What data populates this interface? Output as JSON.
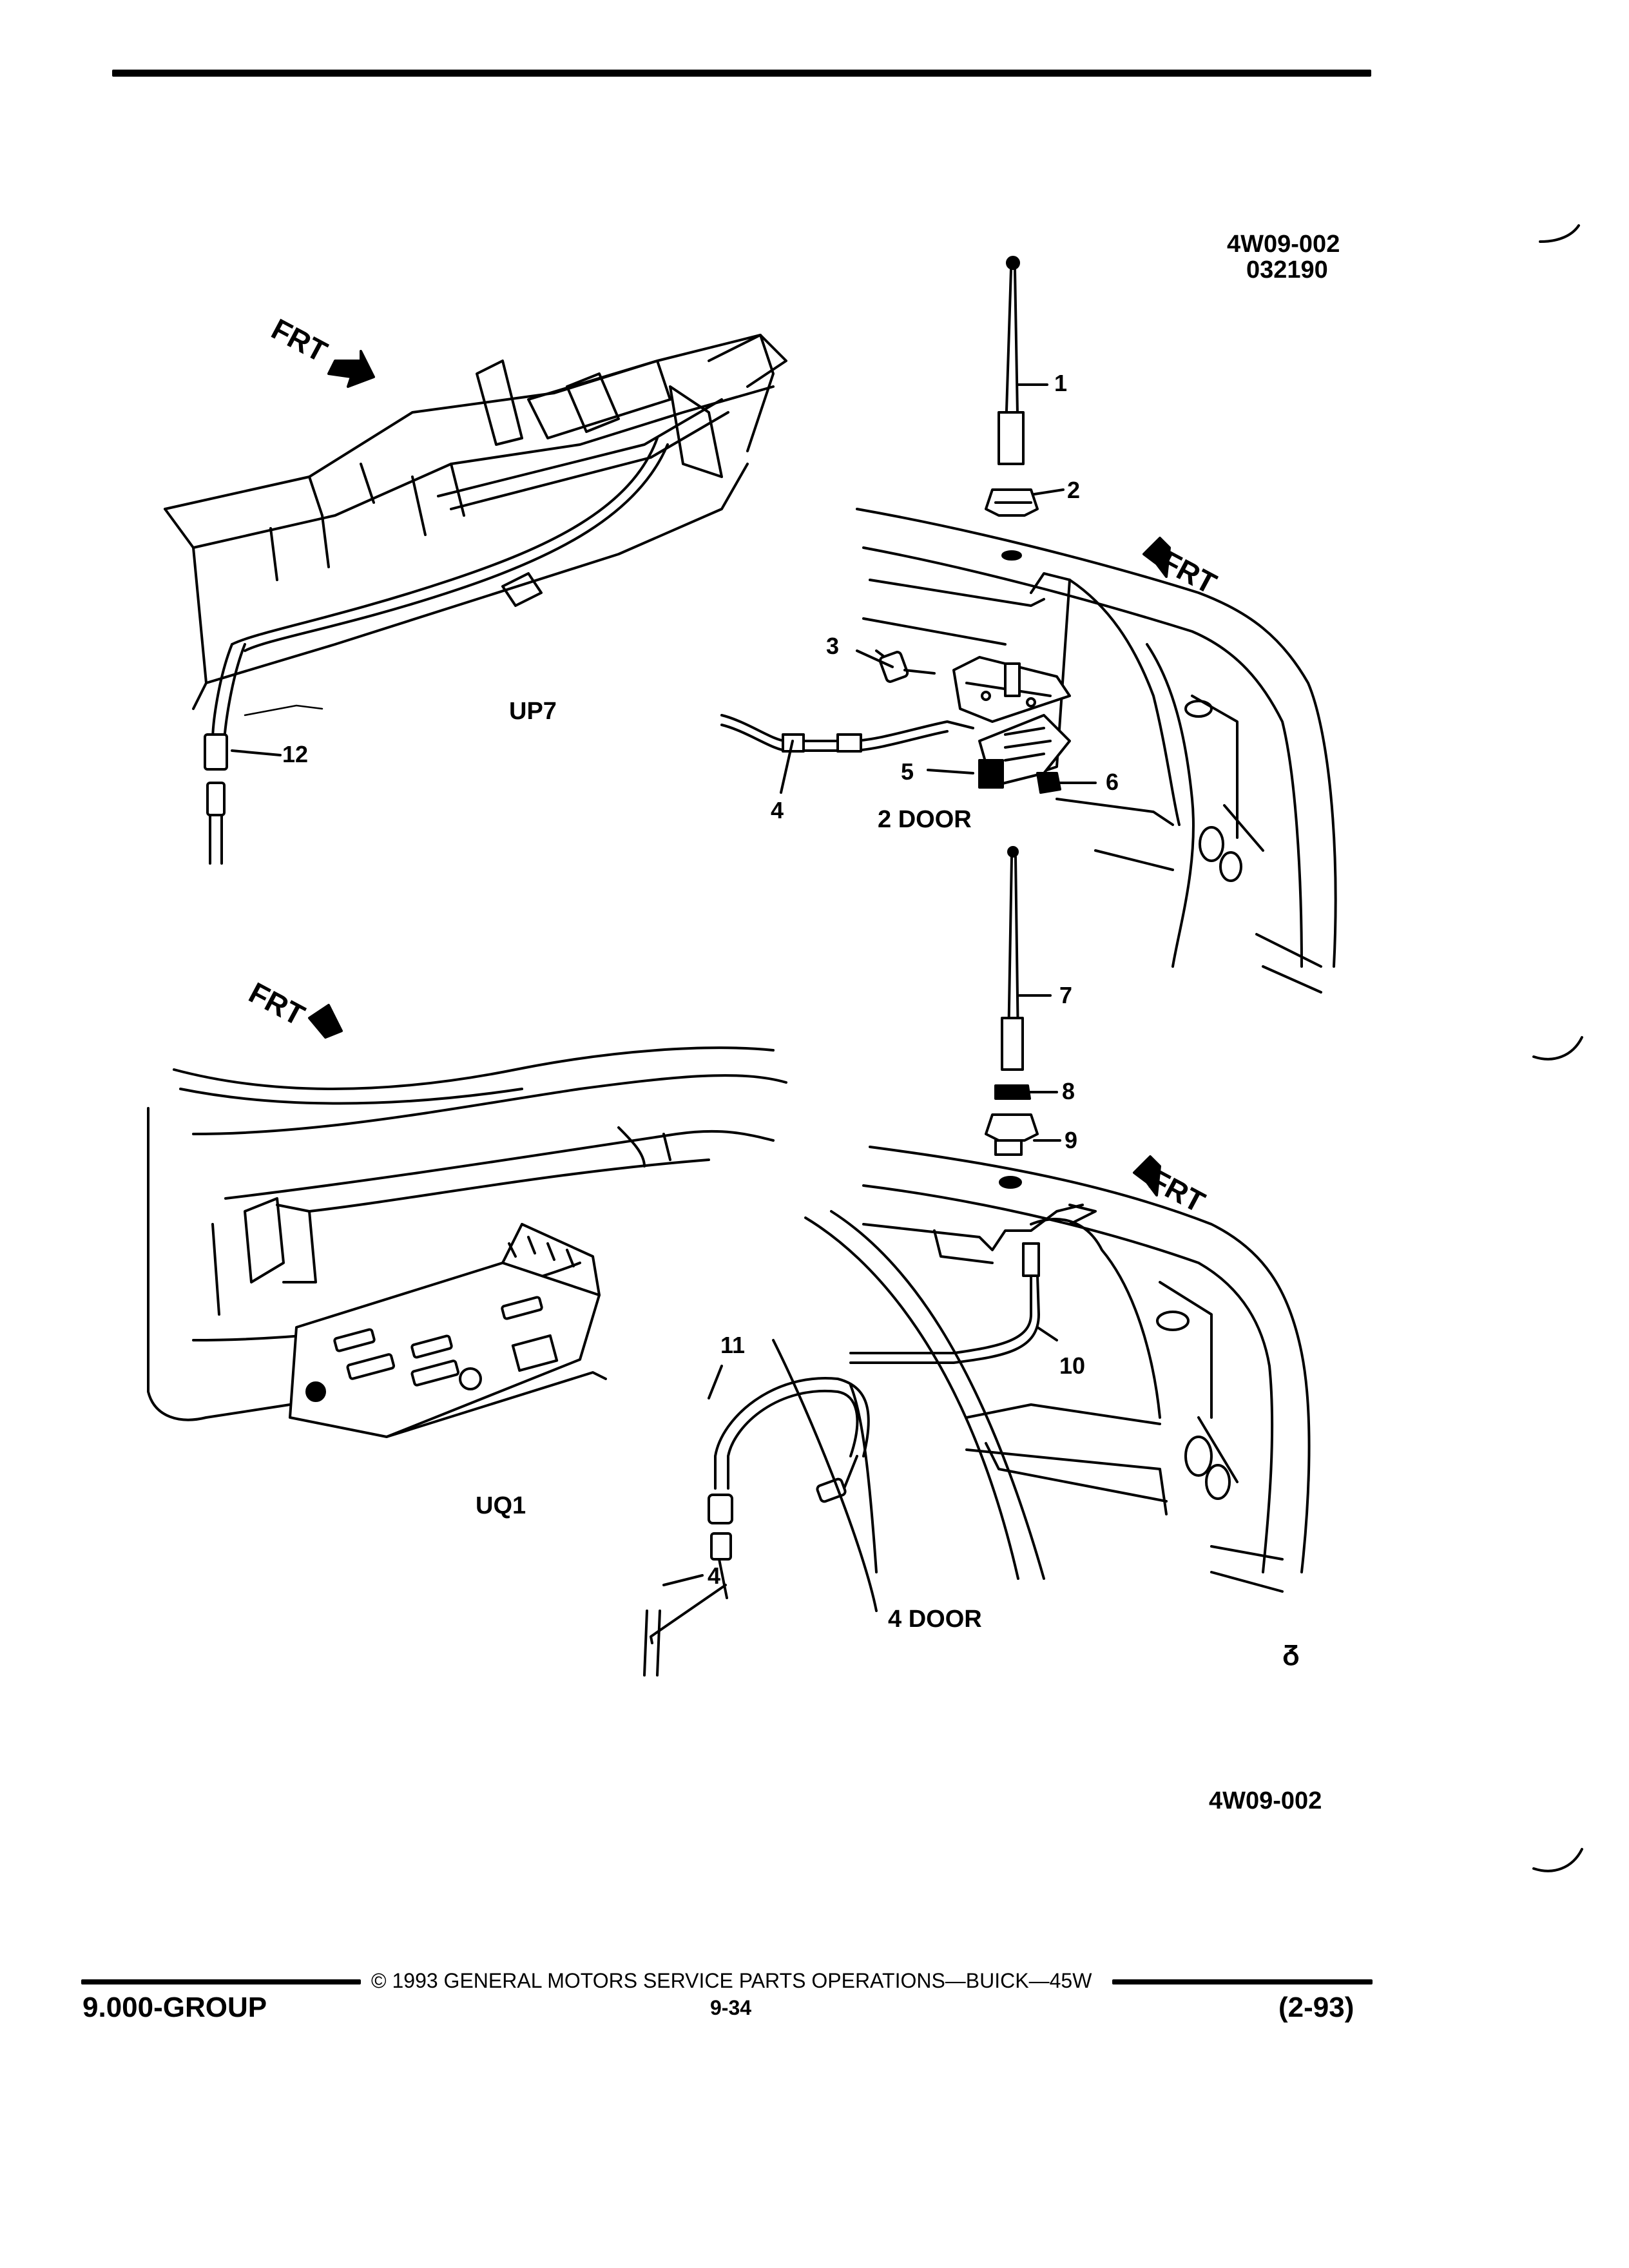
{
  "header": {
    "figure_id": "4W09-002",
    "figure_date": "032190"
  },
  "diagram": {
    "direction_marker": "FRT",
    "views": {
      "top_left": "UP7",
      "top_right": "2 DOOR",
      "bottom_left": "UQ1",
      "bottom_right": "4 DOOR"
    },
    "callouts": [
      "1",
      "2",
      "3",
      "4",
      "5",
      "6",
      "7",
      "8",
      "9",
      "10",
      "11",
      "12"
    ],
    "figure_ref": "4W09-002"
  },
  "footer": {
    "copyright": "© 1993 GENERAL MOTORS SERVICE PARTS OPERATIONS—BUICK—45W",
    "group": "9.000-GROUP",
    "page": "9-34",
    "revision": "(2-93)"
  }
}
